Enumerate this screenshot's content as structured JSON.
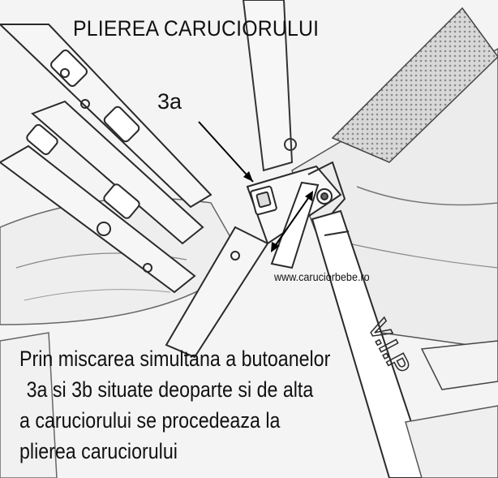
{
  "title": "PLIEREA CARUCIORULUI",
  "callout_label": "3a",
  "website": "www.caruciorbebe.ro",
  "caption_lines": [
    "Prin miscarea simultana a butoanelor",
    "3a si 3b situate deoparte si de alta",
    "a caruciorului se procedeaza la",
    "plierea caruciorului"
  ],
  "colors": {
    "background": "#f4f4f4",
    "line": "#2a2a2a",
    "text": "#111111"
  }
}
